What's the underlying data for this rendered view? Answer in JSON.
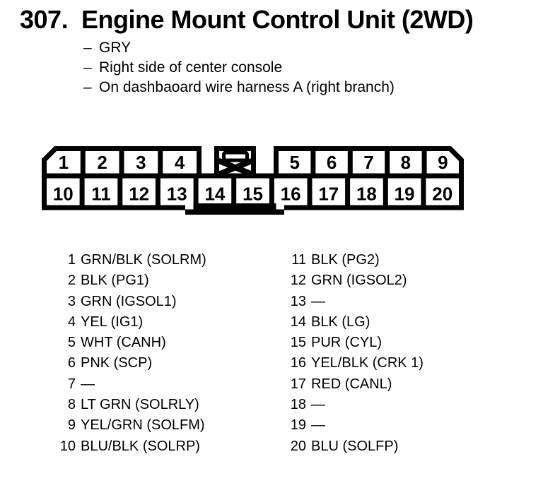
{
  "header": {
    "index": "307.",
    "title": "Engine Mount Control Unit (2WD)"
  },
  "details": {
    "marker": "–",
    "items": [
      "GRY",
      "Right side of center console",
      "On dashbaoard wire harness A (right branch)"
    ]
  },
  "connector": {
    "description": "20-pin connector, face view",
    "top_left_pins": [
      "1",
      "2",
      "3",
      "4"
    ],
    "top_right_pins": [
      "5",
      "6",
      "7",
      "8",
      "9"
    ],
    "bottom_pins": [
      "10",
      "11",
      "12",
      "13",
      "14",
      "15",
      "16",
      "17",
      "18",
      "19",
      "20"
    ]
  },
  "pin_list": {
    "left": [
      {
        "pin": "1",
        "label": "GRN/BLK (SOLRM)"
      },
      {
        "pin": "2",
        "label": "BLK (PG1)"
      },
      {
        "pin": "3",
        "label": "GRN (IGSOL1)"
      },
      {
        "pin": "4",
        "label": "YEL (IG1)"
      },
      {
        "pin": "5",
        "label": "WHT (CANH)"
      },
      {
        "pin": "6",
        "label": "PNK (SCP)"
      },
      {
        "pin": "7",
        "label": "—"
      },
      {
        "pin": "8",
        "label": "LT GRN (SOLRLY)"
      },
      {
        "pin": "9",
        "label": "YEL/GRN (SOLFM)"
      },
      {
        "pin": "10",
        "label": "BLU/BLK (SOLRP)"
      }
    ],
    "right": [
      {
        "pin": "11",
        "label": "BLK (PG2)"
      },
      {
        "pin": "12",
        "label": "GRN (IGSOL2)"
      },
      {
        "pin": "13",
        "label": "—"
      },
      {
        "pin": "14",
        "label": "BLK (LG)"
      },
      {
        "pin": "15",
        "label": "PUR (CYL)"
      },
      {
        "pin": "16",
        "label": "YEL/BLK (CRK 1)"
      },
      {
        "pin": "17",
        "label": "RED (CANL)"
      },
      {
        "pin": "18",
        "label": "—"
      },
      {
        "pin": "19",
        "label": "—"
      },
      {
        "pin": "20",
        "label": "BLU (SOLFP)"
      }
    ]
  },
  "colors": {
    "ink": "#000000",
    "paper": "#ffffff"
  }
}
